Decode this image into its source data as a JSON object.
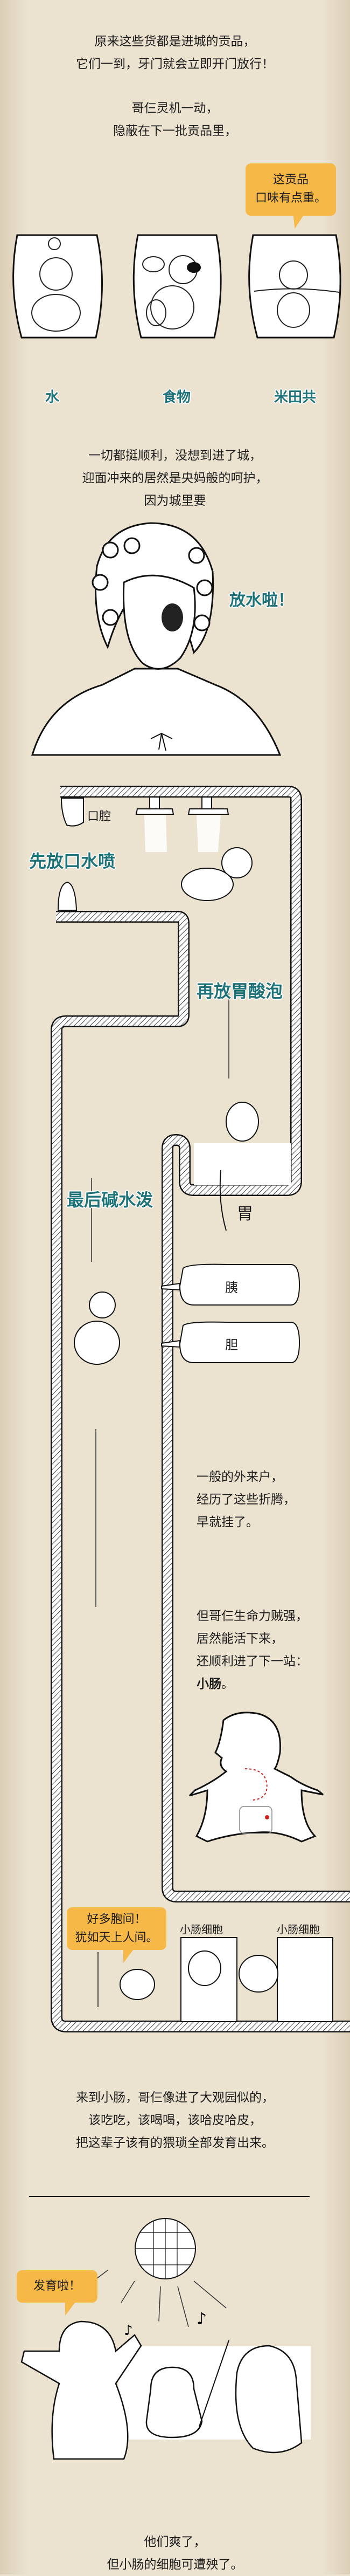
{
  "intro": {
    "lines": [
      "原来这些货都是进城的贡品，",
      "它们一到，牙门就会立即开门放行！"
    ]
  },
  "hide": {
    "lines": [
      "哥仨灵机一动，",
      "隐蔽在下一批贡品里，"
    ]
  },
  "bubble_tribute": {
    "lines": [
      "这贡品",
      "口味有点重。"
    ]
  },
  "jar_labels": [
    "水",
    "食物",
    "米田共"
  ],
  "city": {
    "lines": [
      "一切都挺顺利，没想到进了城，",
      "迎面冲来的居然是央妈般的呵护，",
      "因为城里要"
    ]
  },
  "shout": "放水啦！",
  "digestive": {
    "mouth_label": "口腔",
    "step1": "先放口水喷",
    "step2": "再放胃酸泡",
    "stomach_label": "胃",
    "step3": "最后碱水泼",
    "pancreas_label": "胰",
    "gallbladder_label": "胆"
  },
  "outsider": {
    "lines": [
      "一般的外来户，",
      "经历了这些折腾，",
      "早就挂了。"
    ]
  },
  "survive": {
    "lines": [
      "但哥仨生命力贼强，",
      "居然能活下来，",
      "还顺利进了下一站："
    ],
    "highlight": "小肠",
    "highlight_suffix": "。"
  },
  "intestine": {
    "bubble_lines": [
      "好多胞间！",
      "犹如天上人间。"
    ],
    "cell_labels": [
      "小肠细胞",
      "小肠细胞"
    ]
  },
  "party": {
    "lines": [
      "来到小肠，哥仨像进了大观园似的，",
      "该吃吃，该喝喝，该哈皮哈皮，",
      "把这辈子该有的猥琐全部发育出来。"
    ]
  },
  "bubble_grow": "发育啦！",
  "ending": {
    "lines": [
      "他们爽了，",
      "但小肠的细胞可遭殃了。"
    ]
  },
  "colors": {
    "paper": "#ebe2cf",
    "teal": "#1e7379",
    "bubble": "#f6b847"
  }
}
